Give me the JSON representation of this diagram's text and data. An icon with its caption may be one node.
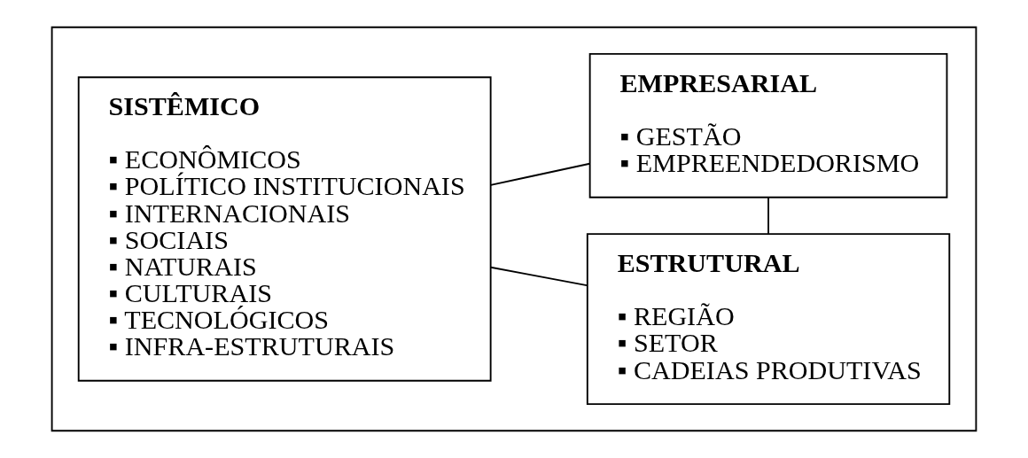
{
  "diagram": {
    "nodes": [
      {
        "text": [],
        "shape": "box"
      },
      {
        "text": [
          "SISTÊMICO",
          "▪ ECONÔMICOS",
          "▪ POLÍTICO INSTITUCIONAIS",
          "▪ INTERNACIONAIS",
          "▪ SOCIAIS",
          "▪ NATURAIS",
          "▪ CULTURAIS",
          "▪ TECNOLÓGICOS",
          "▪ INFRA-ESTRUTURAIS"
        ],
        "in": 0
      },
      {
        "text": [
          "ESTRUTURAL",
          "▪ REGIÃO",
          "▪ SETOR",
          "▪ CADEIAS PRODUTIVAS"
        ],
        "in": 0
      },
      {
        "text": [
          "EMPRESARIAL",
          "▪ GESTÃO",
          "▪ EMPREENDEDORISMO"
        ],
        "in": 0
      }
    ],
    "edges": [
      {
        "from": 1,
        "to": 2,
        "arrow": "none"
      },
      {
        "from": 1,
        "to": 3,
        "arrow": "none"
      },
      {
        "from": 2,
        "to": 3,
        "arrow": "none"
      }
    ]
  }
}
